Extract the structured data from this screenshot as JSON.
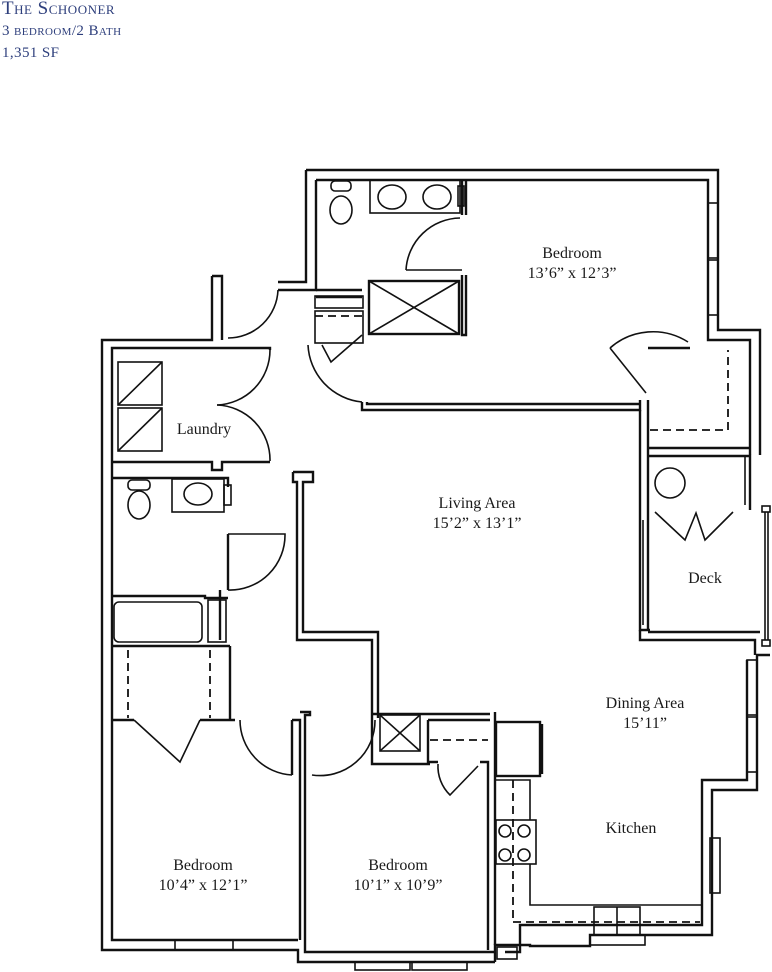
{
  "header": {
    "title": "The Schooner",
    "layout": "3 bedroom/2 Bath",
    "area": "1,351 SF"
  },
  "colors": {
    "header_text": "#2e3f7c",
    "walls": "#111111",
    "background": "#ffffff"
  },
  "rooms": {
    "master_bedroom": {
      "name": "Bedroom",
      "size": "13’6” x 12’3”"
    },
    "laundry": {
      "name": "Laundry"
    },
    "living": {
      "name": "Living Area",
      "size": "15’2” x 13’1”"
    },
    "deck": {
      "name": "Deck"
    },
    "dining": {
      "name": "Dining Area",
      "size": "15’11”"
    },
    "kitchen": {
      "name": "Kitchen"
    },
    "bedroom_2": {
      "name": "Bedroom",
      "size": "10’4” x 12’1”"
    },
    "bedroom_3": {
      "name": "Bedroom",
      "size": "10’1” x 10’9”"
    }
  }
}
